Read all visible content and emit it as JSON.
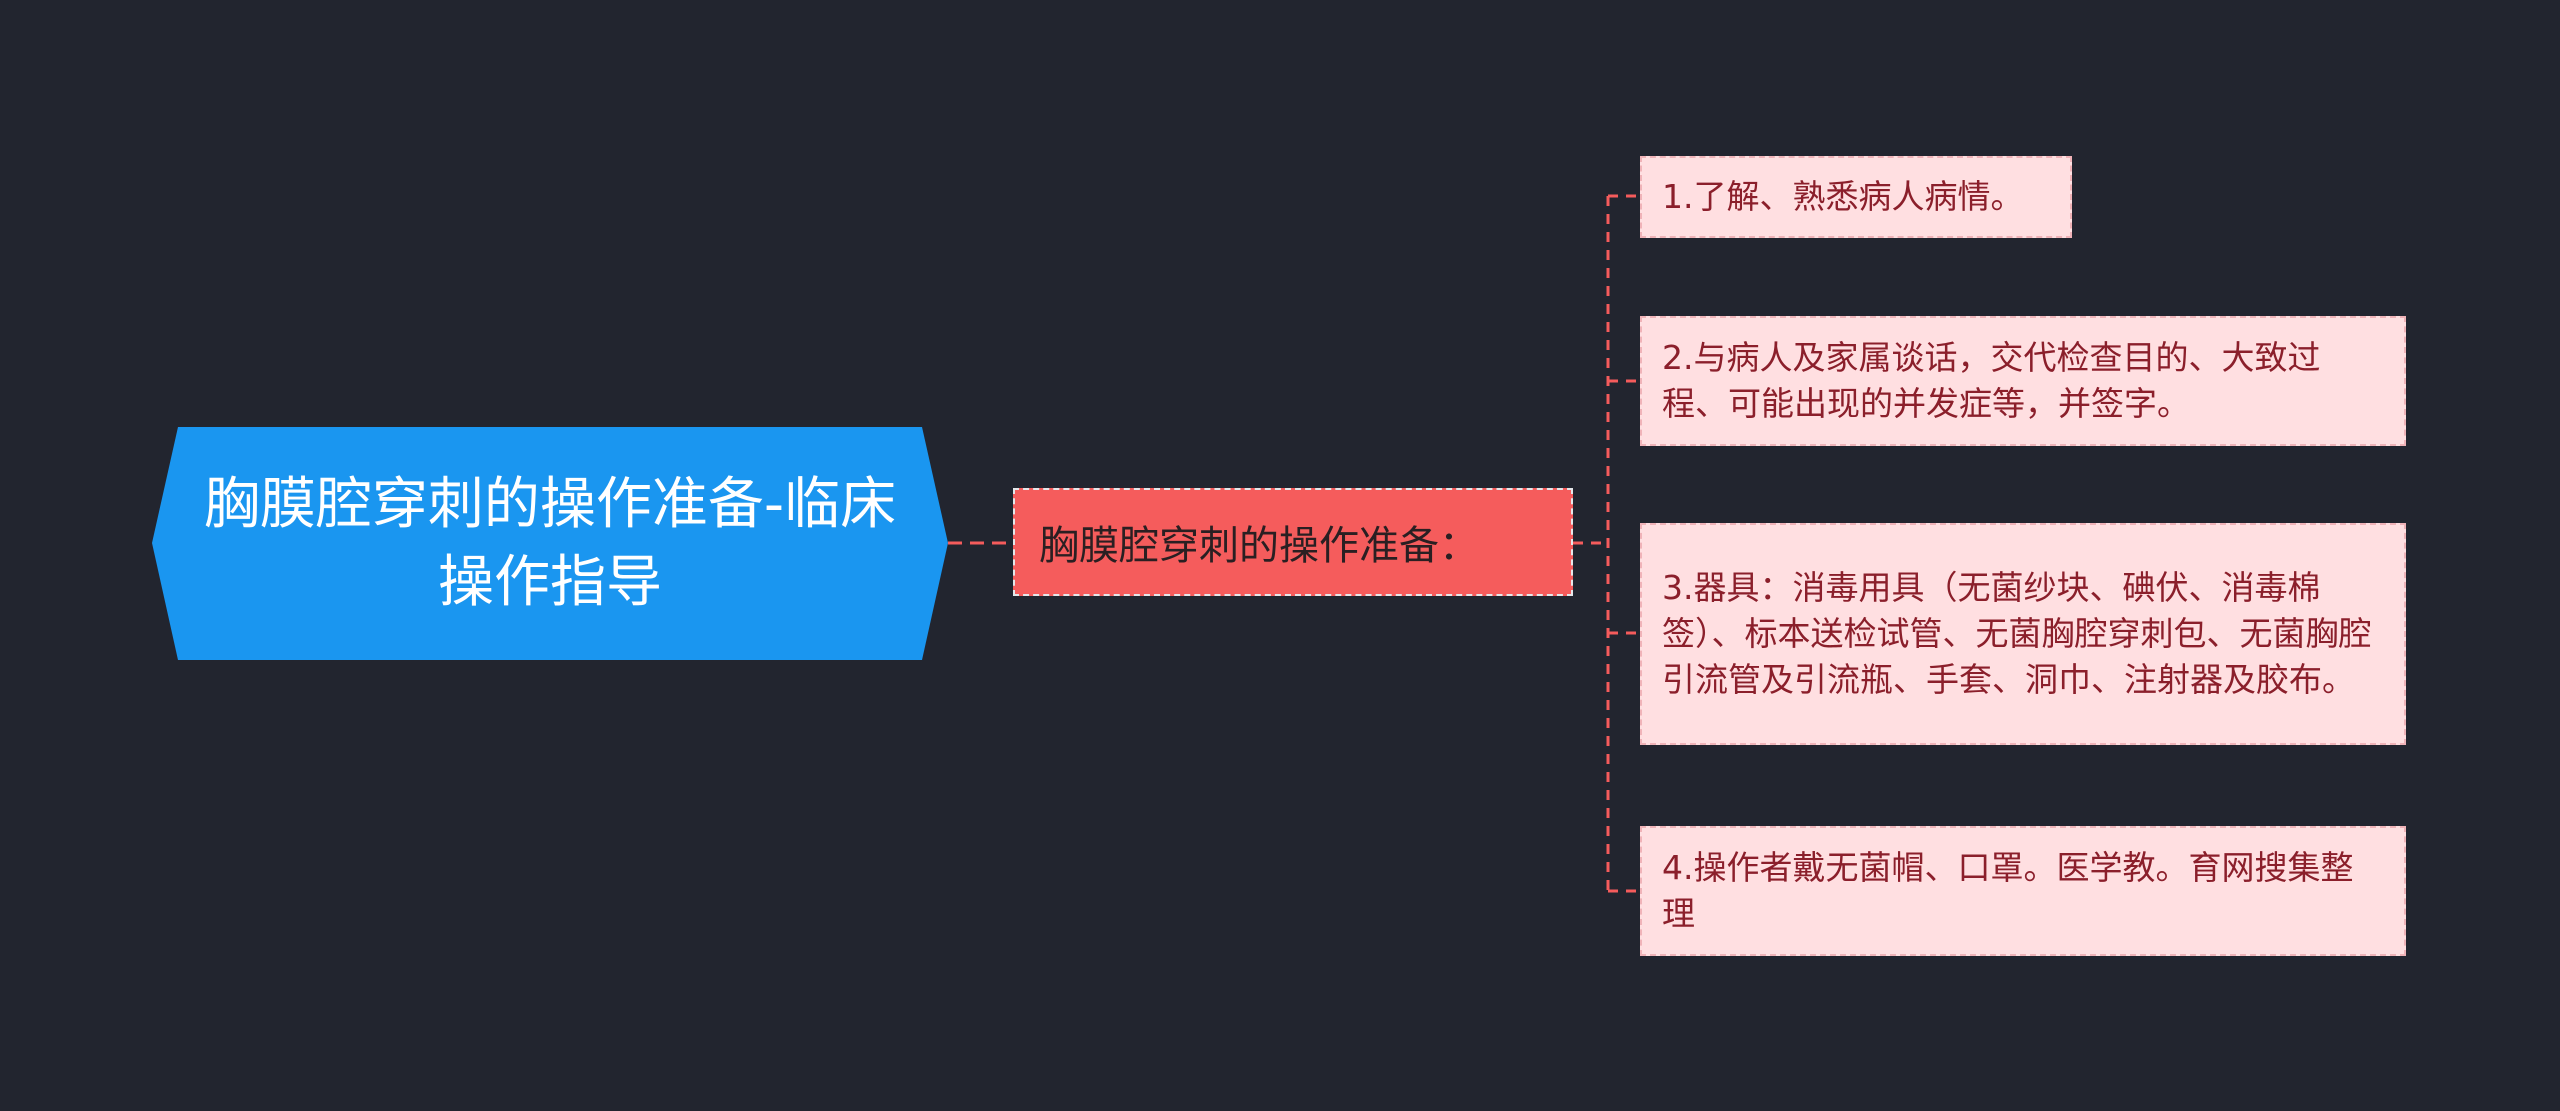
{
  "root": {
    "title": "胸膜腔穿刺的操作准备-临床操作指导",
    "color": "#1a96f0"
  },
  "branch": {
    "title": "胸膜腔穿刺的操作准备：",
    "color": "#f55c5c"
  },
  "leaves": [
    "1.了解、熟悉病人病情。",
    "2.与病人及家属谈话，交代检查目的、大致过程、可能出现的并发症等，并签字。",
    "3.器具：消毒用具（无菌纱块、碘伏、消毒棉签）、标本送检试管、无菌胸腔穿刺包、无菌胸腔引流管及引流瓶、手套、洞巾、注射器及胶布。",
    "4.操作者戴无菌帽、口罩。医学教。育网搜集整理"
  ],
  "colors": {
    "background": "#22252f",
    "connector": "#f55c5c",
    "leaf_fill": "#ffdfe1",
    "leaf_text": "#8b1f2b"
  }
}
